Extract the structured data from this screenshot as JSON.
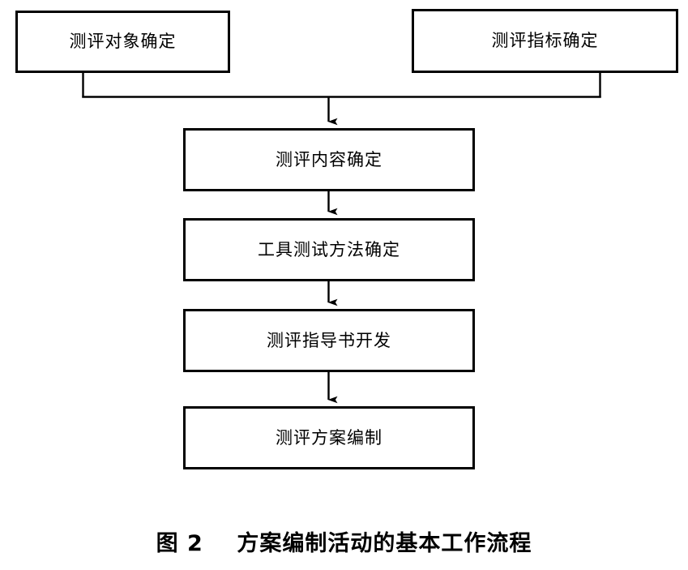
{
  "figure": {
    "caption_number": "图 2",
    "caption_title": "方案编制活动的基本工作流程",
    "caption_full": "图 2    方案编制活动的基本工作流程",
    "background_color": "#ffffff",
    "line_color": "#000000",
    "box_fill_color": "#ffffff"
  },
  "diagram": {
    "type": "flowchart",
    "orientation": "top-to-bottom",
    "nodes": [
      {
        "id": "object",
        "label": "测评对象确定",
        "row": 1,
        "column": "left"
      },
      {
        "id": "index",
        "label": "测评指标确定",
        "row": 1,
        "column": "right"
      },
      {
        "id": "content",
        "label": "测评内容确定",
        "row": 2,
        "column": "center"
      },
      {
        "id": "method",
        "label": "工具测试方法确定",
        "row": 3,
        "column": "center"
      },
      {
        "id": "guide",
        "label": "测评指导书开发",
        "row": 4,
        "column": "center"
      },
      {
        "id": "plan",
        "label": "测评方案编制",
        "row": 5,
        "column": "center"
      }
    ],
    "edges": [
      {
        "from": "object",
        "to": "content",
        "style": "elbow-merge",
        "arrow": true
      },
      {
        "from": "index",
        "to": "content",
        "style": "elbow-merge",
        "arrow": true
      },
      {
        "from": "content",
        "to": "method",
        "style": "straight",
        "arrow": true
      },
      {
        "from": "method",
        "to": "guide",
        "style": "straight",
        "arrow": true
      },
      {
        "from": "guide",
        "to": "plan",
        "style": "straight",
        "arrow": true
      }
    ]
  }
}
